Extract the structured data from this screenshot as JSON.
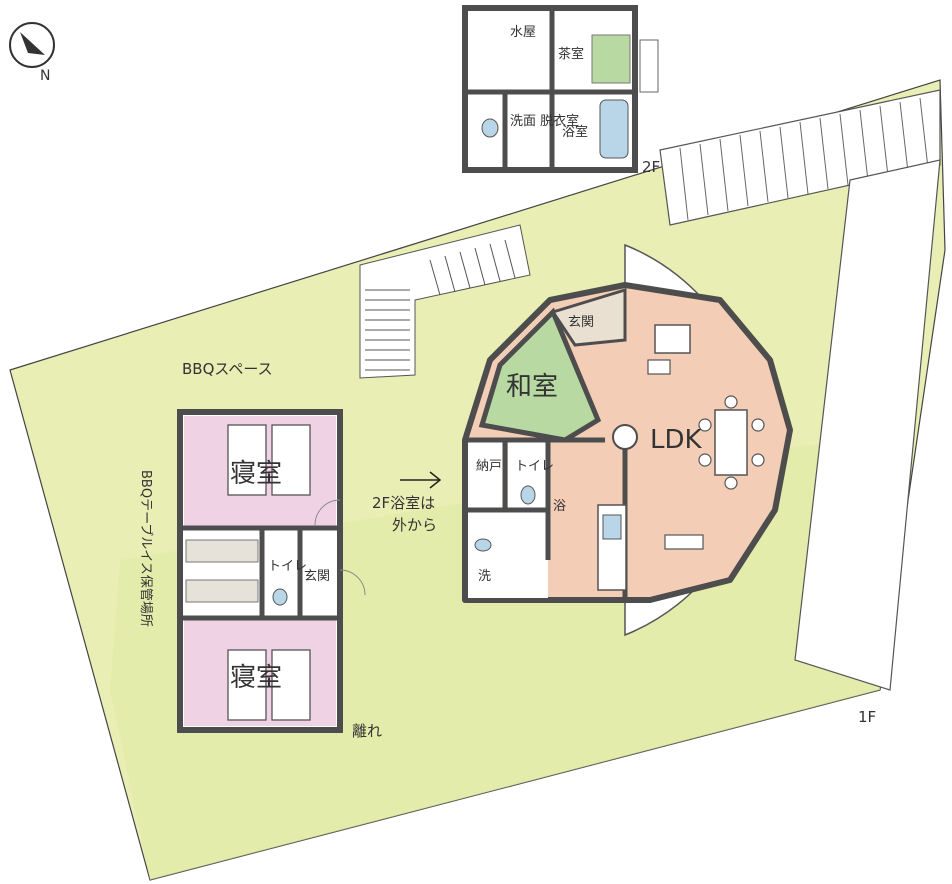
{
  "compass": {
    "north_label": "N",
    "icon": "compass-north-icon"
  },
  "second_floor": {
    "floor_label": "2F",
    "rooms": {
      "water_room": "水屋",
      "tea_room": "茶室",
      "washroom": "洗面\n脱衣室",
      "bathroom": "浴室"
    }
  },
  "first_floor": {
    "floor_label": "1F",
    "rooms": {
      "entrance": "玄関",
      "japanese_room": "和室",
      "ldk": "LDK",
      "storage": "納戸",
      "toilet": "トイレ",
      "bath_small": "浴",
      "wash": "洗"
    },
    "note_line1": "2F浴室は",
    "note_line2": "外から"
  },
  "annex": {
    "label": "離れ",
    "rooms": {
      "bedroom_top": "寝室",
      "bedroom_bottom": "寝室",
      "toilet": "トイレ",
      "entrance": "玄関"
    }
  },
  "site": {
    "bbq_space": "BBQスペース",
    "bbq_storage": "BBQテーブルイス保管場所"
  },
  "colors": {
    "lawn": "#e9efb4",
    "ldk_floor": "#f3cdb6",
    "bedroom_floor": "#efd3e4",
    "tatami": "#b9d9a3",
    "wall": "#5a5a5a",
    "fixture": "#b9d6e8"
  }
}
